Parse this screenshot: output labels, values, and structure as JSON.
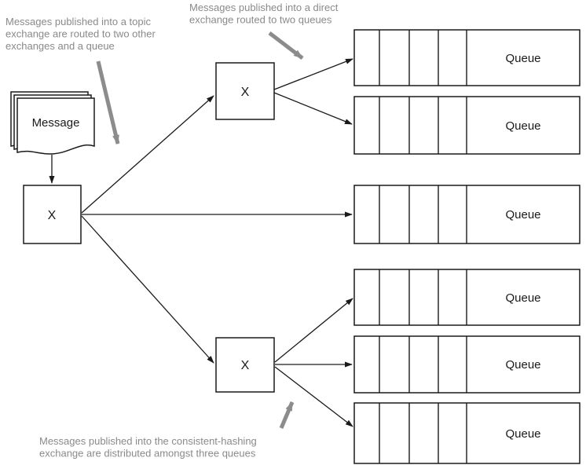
{
  "colors": {
    "line": "#1a1a1a",
    "annotation_text": "#8a8a8a",
    "annotation_arrow": "#8c8c8c",
    "background": "#ffffff"
  },
  "message": {
    "label": "Message"
  },
  "exchanges": [
    {
      "id": "topic-exchange",
      "label": "X"
    },
    {
      "id": "direct-exchange",
      "label": "X"
    },
    {
      "id": "consistent-hashing-exchange",
      "label": "X"
    }
  ],
  "queues": [
    {
      "label": "Queue"
    },
    {
      "label": "Queue"
    },
    {
      "label": "Queue"
    },
    {
      "label": "Queue"
    },
    {
      "label": "Queue"
    },
    {
      "label": "Queue"
    }
  ],
  "annotations": [
    {
      "lines": [
        "Messages published into a topic",
        "exchange are routed to two other",
        "exchanges and a queue"
      ]
    },
    {
      "lines": [
        "Messages published into a direct",
        "exchange routed to two queues"
      ]
    },
    {
      "lines": [
        "Messages published into the consistent-hashing",
        "exchange are distributed amongst three queues"
      ]
    }
  ]
}
